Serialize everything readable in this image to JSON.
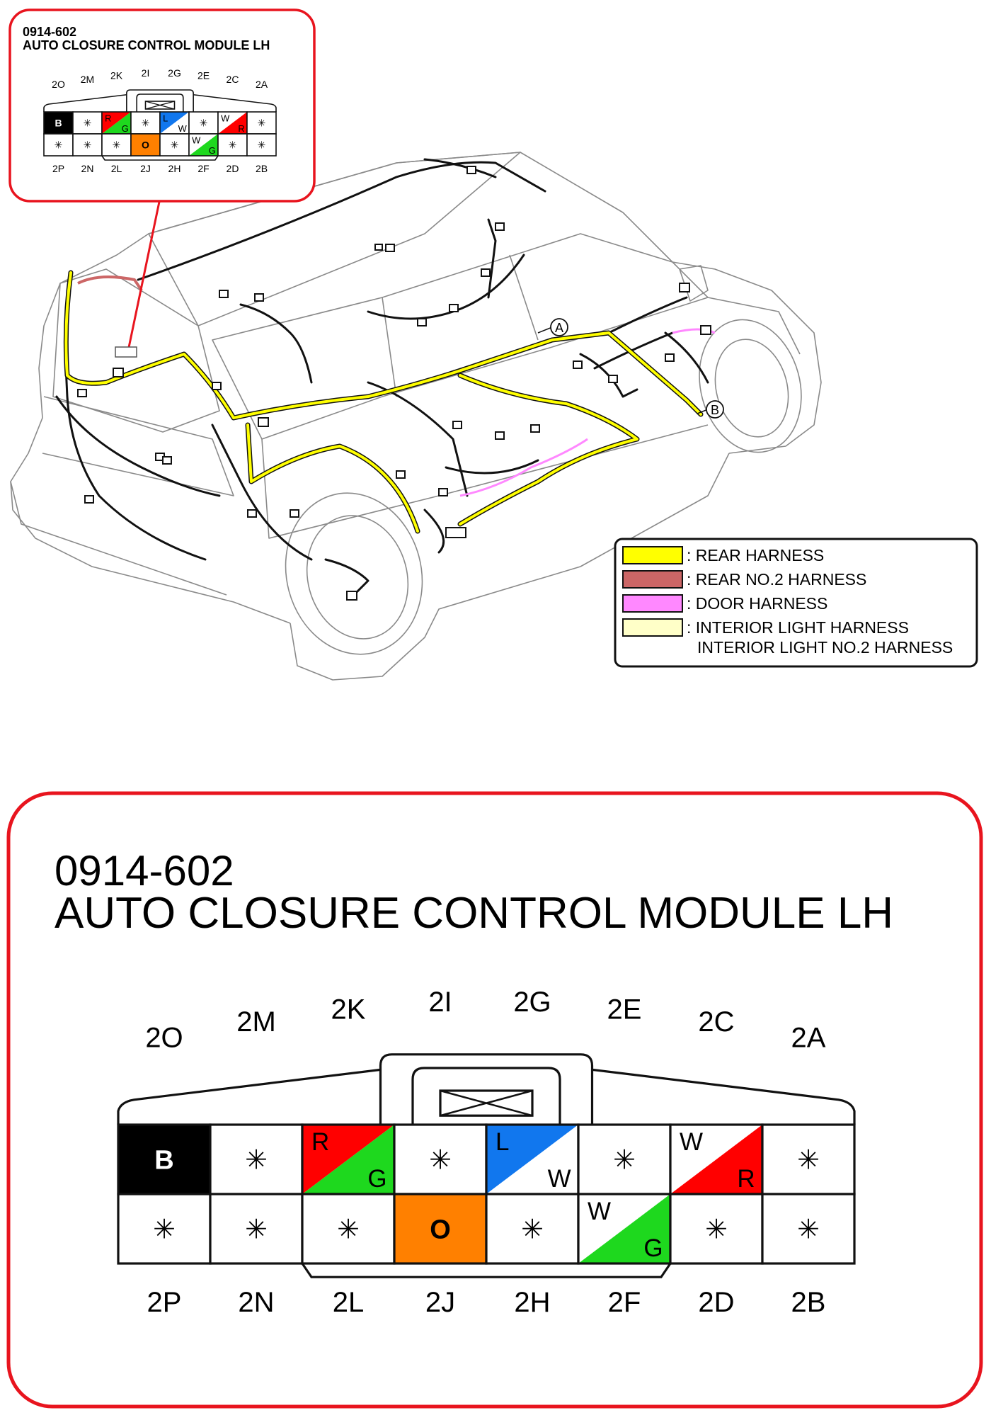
{
  "connector": {
    "code": "0914-602",
    "name": "AUTO CLOSURE CONTROL MODULE LH",
    "top_labels": [
      "2O",
      "2M",
      "2K",
      "2I",
      "2G",
      "2E",
      "2C",
      "2A"
    ],
    "bottom_labels": [
      "2P",
      "2N",
      "2L",
      "2J",
      "2H",
      "2F",
      "2D",
      "2B"
    ],
    "top_row": [
      {
        "type": "solid",
        "fill": "#000000",
        "text": "B",
        "text_color": "#ffffff"
      },
      {
        "type": "empty",
        "text": "✳"
      },
      {
        "type": "split",
        "upper_color": "#ff0000",
        "lower_color": "#1ed81e",
        "upper": "R",
        "lower": "G",
        "dir": "slash"
      },
      {
        "type": "empty",
        "text": "✳"
      },
      {
        "type": "split",
        "upper_color": "#1177ee",
        "lower_color": "#ffffff",
        "upper": "L",
        "lower": "W",
        "dir": "slash"
      },
      {
        "type": "empty",
        "text": "✳"
      },
      {
        "type": "split",
        "upper_color": "#ffffff",
        "lower_color": "#ff0000",
        "upper": "W",
        "lower": "R",
        "dir": "slash"
      },
      {
        "type": "empty",
        "text": "✳"
      }
    ],
    "bottom_row": [
      {
        "type": "empty",
        "text": "✳"
      },
      {
        "type": "empty",
        "text": "✳"
      },
      {
        "type": "empty",
        "text": "✳"
      },
      {
        "type": "solid",
        "fill": "#ff8000",
        "text": "O",
        "text_color": "#000000"
      },
      {
        "type": "empty",
        "text": "✳"
      },
      {
        "type": "split",
        "upper_color": "#ffffff",
        "lower_color": "#1ed81e",
        "upper": "W",
        "lower": "G",
        "dir": "slash"
      },
      {
        "type": "empty",
        "text": "✳"
      },
      {
        "type": "empty",
        "text": "✳"
      }
    ]
  },
  "locator_markers": [
    "A",
    "B"
  ],
  "legend": [
    {
      "color": "#ffff00",
      "label": ": REAR HARNESS"
    },
    {
      "color": "#cc6666",
      "label": ": REAR NO.2 HARNESS"
    },
    {
      "color": "#ff88ff",
      "label": ": DOOR HARNESS"
    },
    {
      "color": "#ffffc8",
      "label": ": INTERIOR LIGHT HARNESS"
    }
  ],
  "legend_extra_line": "INTERIOR LIGHT NO.2 HARNESS",
  "colors": {
    "frame_red": "#e8141e",
    "harness_yellow": "#ffff00",
    "wire_black": "#111111"
  }
}
